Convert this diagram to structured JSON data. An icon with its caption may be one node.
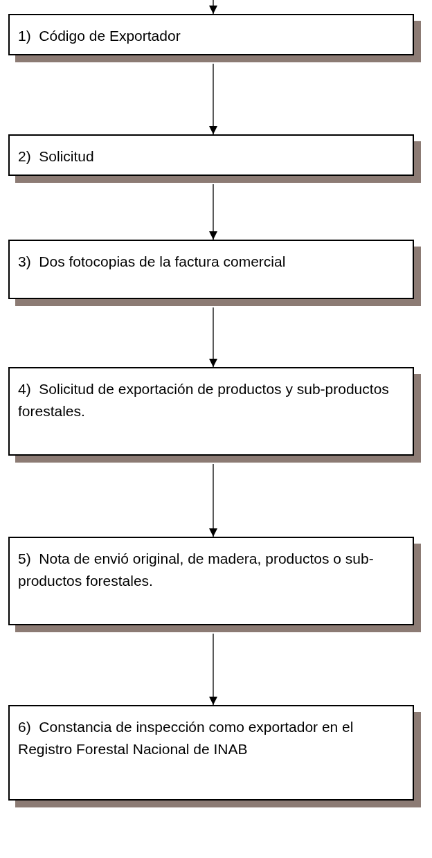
{
  "diagram": {
    "nodes": [
      {
        "text": [
          "1)  Código de Exportador"
        ]
      },
      {
        "text": [
          "2)  Solicitud"
        ]
      },
      {
        "text": [
          "3)  Dos fotocopias de la factura comercial"
        ]
      },
      {
        "text": [
          "4)  Solicitud de exportación de productos y sub-productos forestales."
        ]
      },
      {
        "text": [
          "5)  Nota de envió original, de madera, productos o sub-productos forestales."
        ]
      },
      {
        "text": [
          "6)  Constancia de inspección como exportador en el Registro Forestal Nacional de INAB"
        ]
      }
    ],
    "edges": [
      {
        "from": null,
        "to": 0,
        "arrow": "to"
      },
      {
        "from": 0,
        "to": 1,
        "arrow": "to"
      },
      {
        "from": 1,
        "to": 2,
        "arrow": "to"
      },
      {
        "from": 2,
        "to": 3,
        "arrow": "to"
      },
      {
        "from": 3,
        "to": 4,
        "arrow": "to"
      },
      {
        "from": 4,
        "to": 5,
        "arrow": "to"
      }
    ]
  }
}
